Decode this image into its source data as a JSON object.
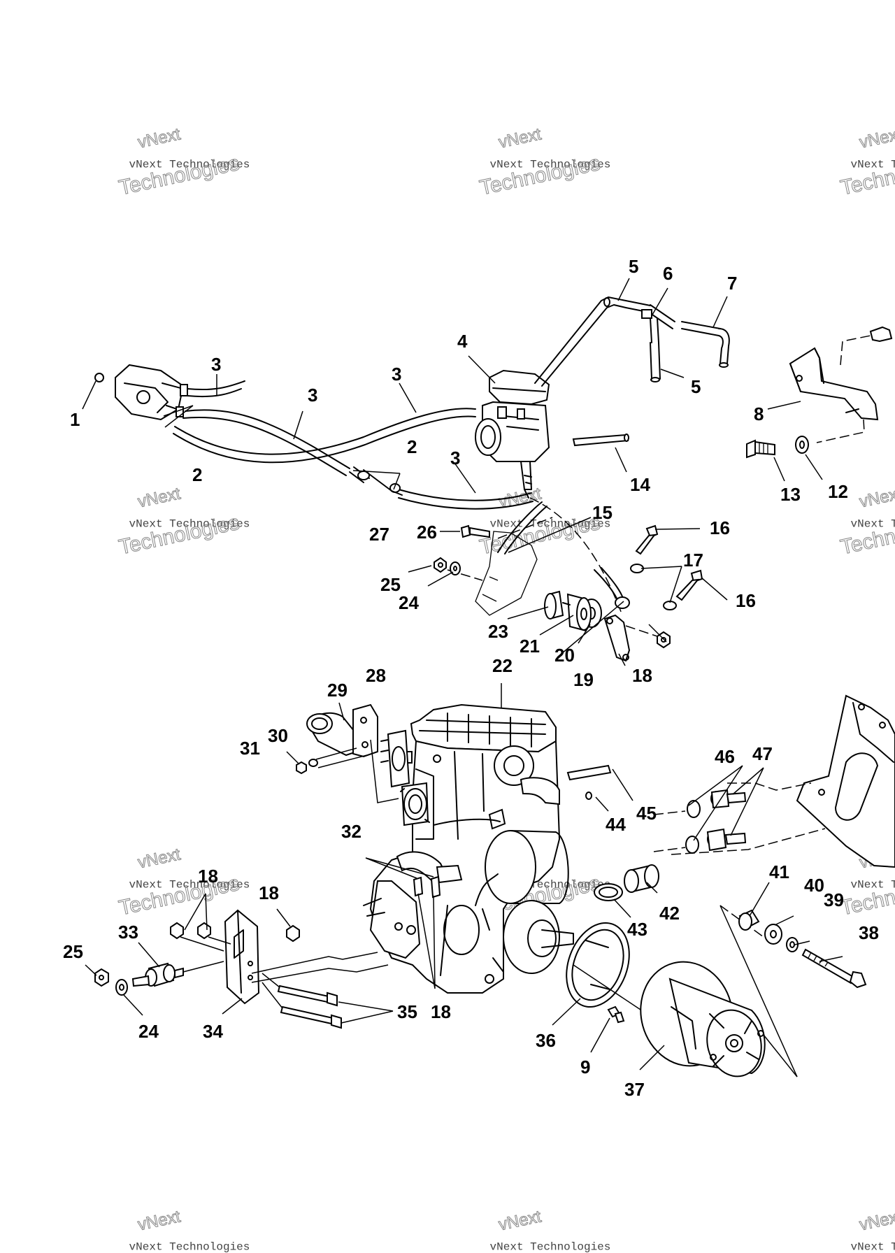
{
  "watermark": {
    "line1": "vNext Technologies",
    "line2": "Technologies",
    "line3": "vNext"
  },
  "callouts": [
    {
      "id": "c1",
      "label": "1"
    },
    {
      "id": "c2a",
      "label": "2"
    },
    {
      "id": "c2b",
      "label": "2"
    },
    {
      "id": "c3a",
      "label": "3"
    },
    {
      "id": "c3b",
      "label": "3"
    },
    {
      "id": "c3c",
      "label": "3"
    },
    {
      "id": "c3d",
      "label": "3"
    },
    {
      "id": "c4",
      "label": "4"
    },
    {
      "id": "c5a",
      "label": "5"
    },
    {
      "id": "c5b",
      "label": "5"
    },
    {
      "id": "c6",
      "label": "6"
    },
    {
      "id": "c7",
      "label": "7"
    },
    {
      "id": "c8",
      "label": "8"
    },
    {
      "id": "c9",
      "label": "9"
    },
    {
      "id": "c12",
      "label": "12"
    },
    {
      "id": "c13",
      "label": "13"
    },
    {
      "id": "c14",
      "label": "14"
    },
    {
      "id": "c15",
      "label": "15"
    },
    {
      "id": "c16a",
      "label": "16"
    },
    {
      "id": "c16b",
      "label": "16"
    },
    {
      "id": "c17",
      "label": "17"
    },
    {
      "id": "c18a",
      "label": "18"
    },
    {
      "id": "c18b",
      "label": "18"
    },
    {
      "id": "c18c",
      "label": "18"
    },
    {
      "id": "c18d",
      "label": "18"
    },
    {
      "id": "c19",
      "label": "19"
    },
    {
      "id": "c20",
      "label": "20"
    },
    {
      "id": "c21",
      "label": "21"
    },
    {
      "id": "c22",
      "label": "22"
    },
    {
      "id": "c23",
      "label": "23"
    },
    {
      "id": "c24a",
      "label": "24"
    },
    {
      "id": "c24b",
      "label": "24"
    },
    {
      "id": "c25a",
      "label": "25"
    },
    {
      "id": "c25b",
      "label": "25"
    },
    {
      "id": "c26",
      "label": "26"
    },
    {
      "id": "c27",
      "label": "27"
    },
    {
      "id": "c28",
      "label": "28"
    },
    {
      "id": "c29",
      "label": "29"
    },
    {
      "id": "c30",
      "label": "30"
    },
    {
      "id": "c31",
      "label": "31"
    },
    {
      "id": "c32",
      "label": "32"
    },
    {
      "id": "c33",
      "label": "33"
    },
    {
      "id": "c34",
      "label": "34"
    },
    {
      "id": "c35",
      "label": "35"
    },
    {
      "id": "c36",
      "label": "36"
    },
    {
      "id": "c37",
      "label": "37"
    },
    {
      "id": "c38",
      "label": "38"
    },
    {
      "id": "c39",
      "label": "39"
    },
    {
      "id": "c40",
      "label": "40"
    },
    {
      "id": "c41",
      "label": "41"
    },
    {
      "id": "c42",
      "label": "42"
    },
    {
      "id": "c43",
      "label": "43"
    },
    {
      "id": "c44",
      "label": "44"
    },
    {
      "id": "c45",
      "label": "45"
    },
    {
      "id": "c46",
      "label": "46"
    },
    {
      "id": "c47",
      "label": "47"
    }
  ]
}
